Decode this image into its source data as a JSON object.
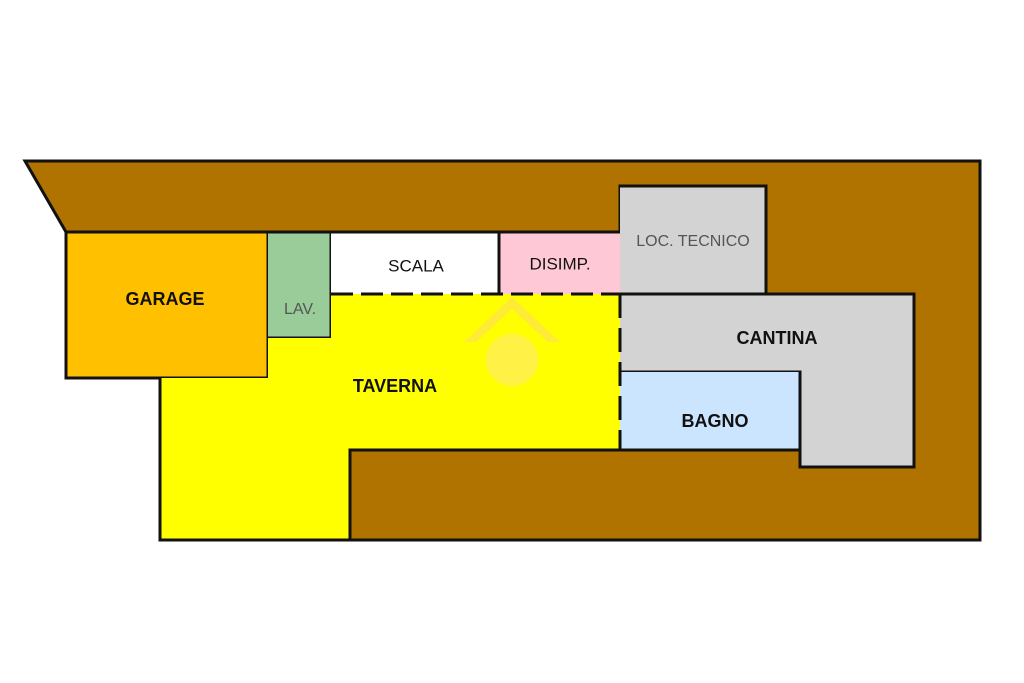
{
  "colors": {
    "background": "#ffffff",
    "ground": "#B07300",
    "garage": "#FFC000",
    "lavanderia": "#99CC99",
    "scala": "#ffffff",
    "disimpegno": "#FFC8D6",
    "locale_tecnico": "#D3D3D3",
    "taverna": "#FFFF00",
    "cantina": "#D3D3D3",
    "bagno": "#CCE5FF",
    "walls": "#111111",
    "watermark": "#FFD966"
  },
  "rooms": {
    "garage": "GARAGE",
    "lavanderia": "LAV.",
    "scala": "SCALA",
    "disimpegno": "DISIMP.",
    "locale_tecnico": "LOC. TECNICO",
    "taverna": "TAVERNA",
    "cantina": "CANTINA",
    "bagno": "BAGNO"
  },
  "icons": {
    "watermark": "house-logo-icon"
  }
}
